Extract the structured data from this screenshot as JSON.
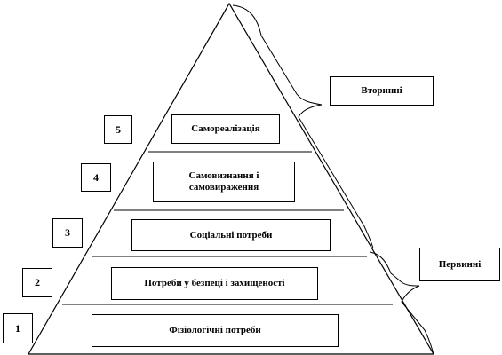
{
  "levels": [
    {
      "number": "1",
      "label": "Фізіологічні потреби"
    },
    {
      "number": "2",
      "label": "Потреби у безпеці і захищеності"
    },
    {
      "number": "3",
      "label": "Соціальні потреби"
    },
    {
      "number": "4",
      "label": "Самовизнання і самовираження"
    },
    {
      "number": "5",
      "label": "Самореалізація"
    }
  ],
  "groups": {
    "secondary": "Вторинні",
    "primary": "Первинні"
  }
}
